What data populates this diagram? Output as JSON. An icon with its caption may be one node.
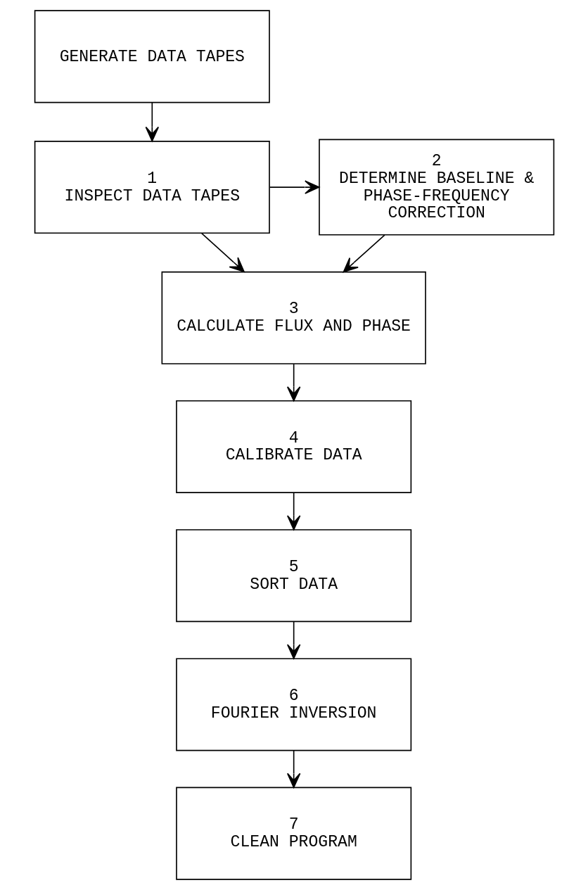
{
  "diagram": {
    "nodes": [
      {
        "text": [
          "GENERATE DATA TAPES"
        ]
      },
      {
        "text": [
          "1",
          "INSPECT DATA TAPES"
        ]
      },
      {
        "text": [
          "2",
          "DETERMINE BASELINE & PHASE-FREQUENCY CORRECTION"
        ]
      },
      {
        "text": [
          "3",
          "CALCULATE FLUX AND PHASE"
        ]
      },
      {
        "text": [
          "4",
          "CALIBRATE DATA"
        ]
      },
      {
        "text": [
          "5",
          "SORT DATA"
        ]
      },
      {
        "text": [
          "6",
          "FOURIER INVERSION"
        ]
      },
      {
        "text": [
          "7",
          "CLEAN PROGRAM"
        ]
      }
    ],
    "edges": [
      {
        "from": 0,
        "to": 1,
        "arrow": "to"
      },
      {
        "from": 1,
        "to": 2,
        "arrow": "to"
      },
      {
        "from": 1,
        "to": 3,
        "arrow": "to"
      },
      {
        "from": 2,
        "to": 3,
        "arrow": "to"
      },
      {
        "from": 3,
        "to": 4,
        "arrow": "to"
      },
      {
        "from": 4,
        "to": 5,
        "arrow": "to"
      },
      {
        "from": 5,
        "to": 6,
        "arrow": "to"
      },
      {
        "from": 6,
        "to": 7,
        "arrow": "to"
      }
    ]
  }
}
